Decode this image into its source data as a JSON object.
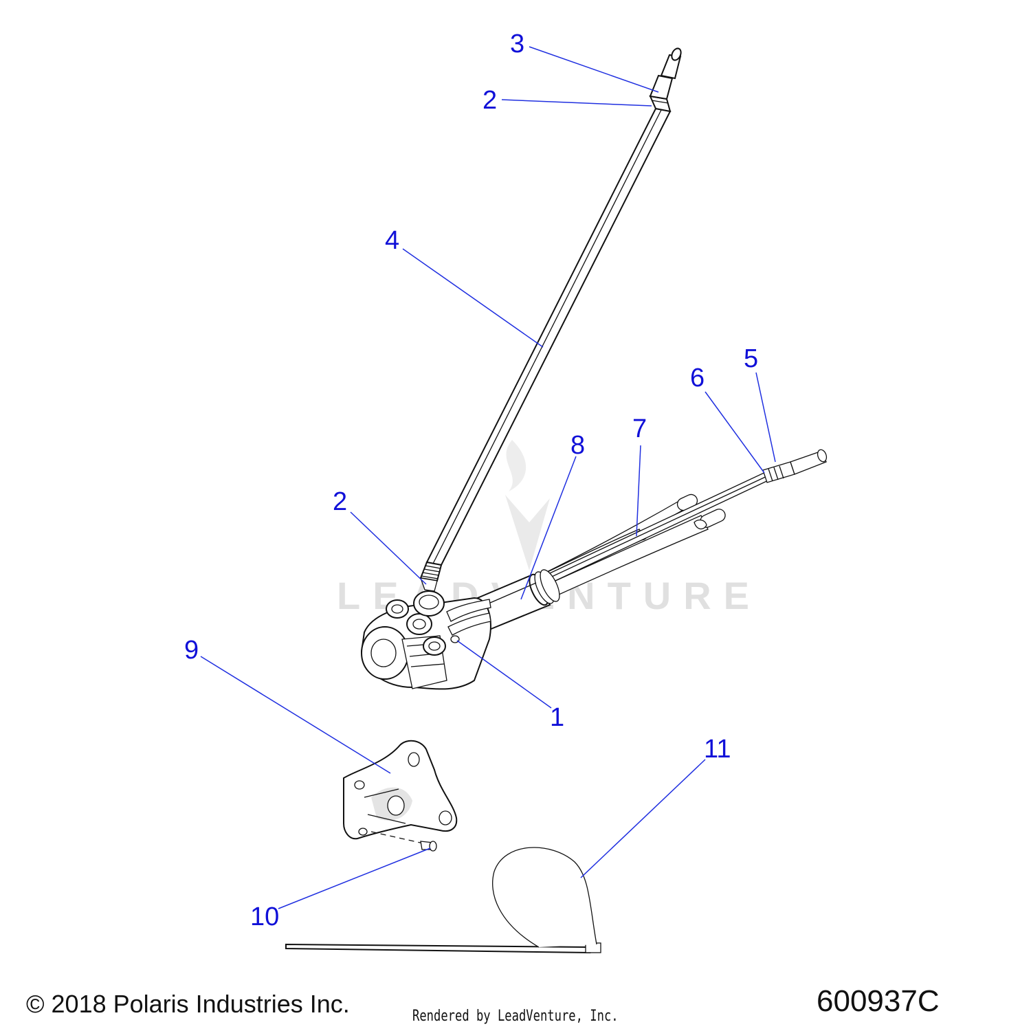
{
  "watermark": {
    "text": "LEADVENTURE"
  },
  "callouts": [
    "1",
    "2",
    "2",
    "3",
    "4",
    "5",
    "6",
    "7",
    "8",
    "9",
    "10",
    "11"
  ],
  "footer": {
    "copyright": "© 2018 Polaris Industries Inc.",
    "rendered_by": "Rendered by LeadVenture, Inc.",
    "part_number": "600937C"
  },
  "colors": {
    "callout": "#1010d8",
    "leader": "#1f2fe0",
    "linework": "#111111",
    "watermark": "#dddddd"
  }
}
